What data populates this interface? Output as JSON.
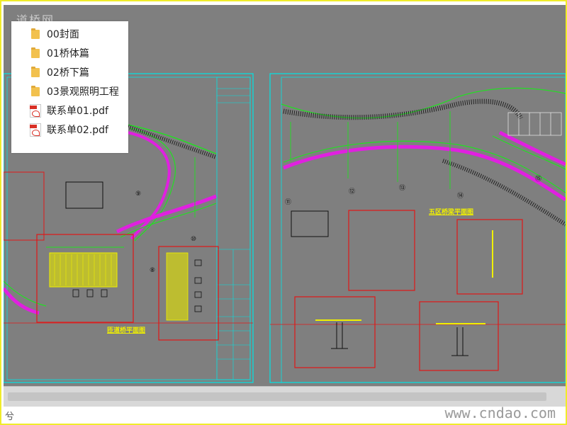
{
  "watermarks": {
    "top": "道桥网",
    "bottom": "www.cndao.com"
  },
  "status_bar": {
    "text": "兮"
  },
  "file_panel": {
    "items": [
      {
        "type": "folder",
        "label": "00封面"
      },
      {
        "type": "folder",
        "label": "01桥体篇"
      },
      {
        "type": "folder",
        "label": "02桥下篇"
      },
      {
        "type": "folder",
        "label": "03景观照明工程"
      },
      {
        "type": "pdf",
        "label": "联系单01.pdf"
      },
      {
        "type": "pdf",
        "label": "联系单02.pdf"
      }
    ]
  },
  "drawing": {
    "left_sheet_title": "匝道桥平面图",
    "right_sheet_title": "五区桥梁平面图",
    "pier_labels": [
      "⑧",
      "⑨",
      "⑩",
      "⑪",
      "⑫",
      "⑬",
      "⑭",
      "⑮"
    ]
  },
  "colors": {
    "frame": "#f0ec2a",
    "canvas": "#7f7f7f",
    "cyan": "#00e5e5",
    "green": "#22e022",
    "magenta": "#e020e0",
    "red": "#e01818",
    "yellow": "#f0f000"
  }
}
